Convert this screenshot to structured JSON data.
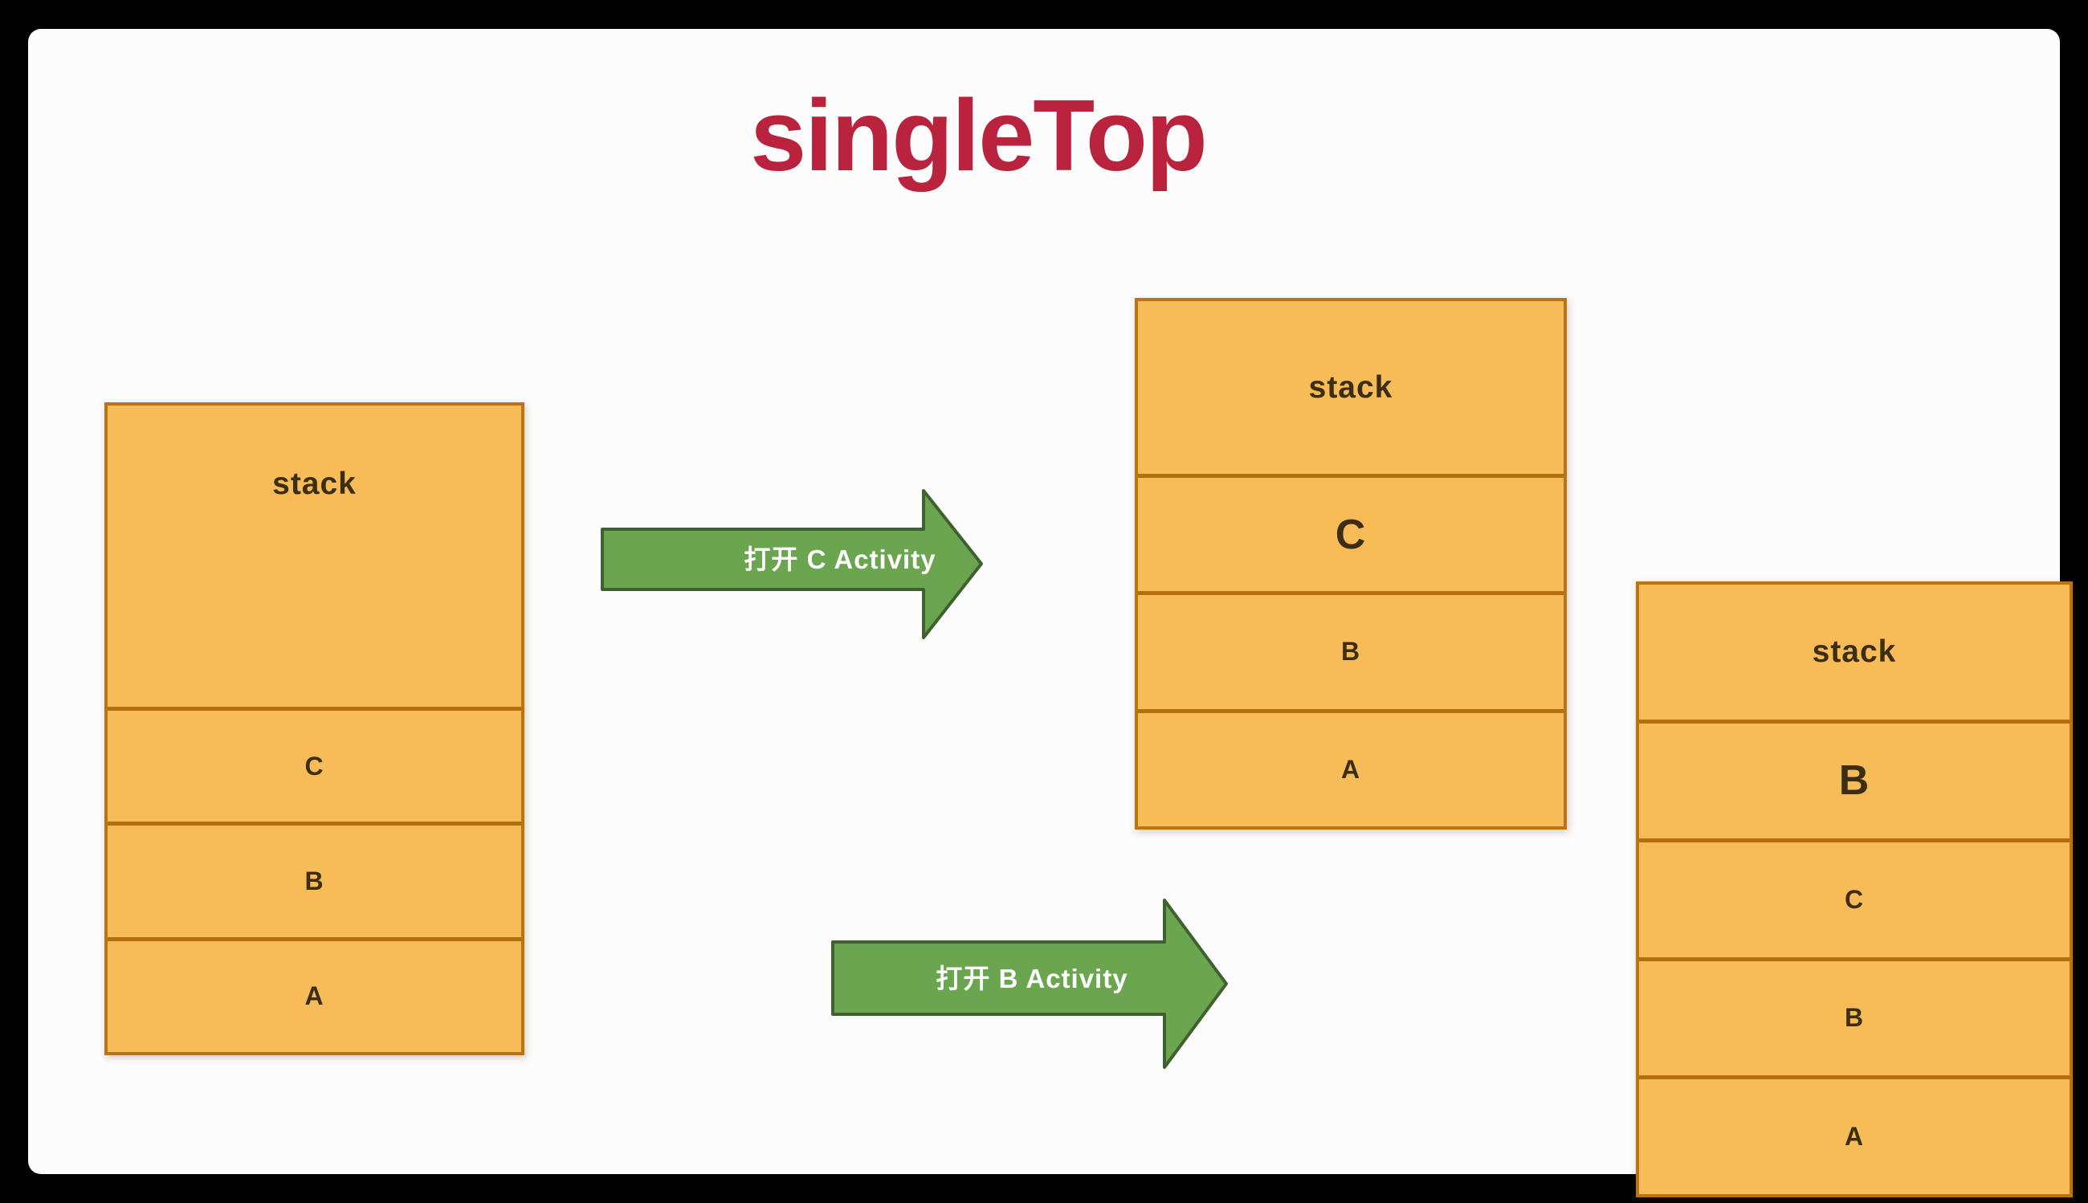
{
  "title": "singleTop",
  "colors": {
    "frame": "#000000",
    "canvas": "#fcfcfc",
    "title_text": "#b9233d",
    "stack_fill": "#f7bb58",
    "stack_border": "#bc7413",
    "stack_text": "#3c2e12",
    "arrow_fill": "#6ba550",
    "arrow_border": "#3f612f",
    "arrow_text": "#ffffff"
  },
  "stacks": [
    {
      "name": "before",
      "header": "stack",
      "cells": [
        {
          "label": "C",
          "emphasis": false
        },
        {
          "label": "B",
          "emphasis": false
        },
        {
          "label": "A",
          "emphasis": false
        }
      ]
    },
    {
      "name": "after-open-c",
      "header": "stack",
      "cells": [
        {
          "label": "C",
          "emphasis": true
        },
        {
          "label": "B",
          "emphasis": false
        },
        {
          "label": "A",
          "emphasis": false
        }
      ]
    },
    {
      "name": "after-open-b",
      "header": "stack",
      "cells": [
        {
          "label": "B",
          "emphasis": true
        },
        {
          "label": "C",
          "emphasis": false
        },
        {
          "label": "B",
          "emphasis": false
        },
        {
          "label": "A",
          "emphasis": false
        }
      ]
    }
  ],
  "arrows": [
    {
      "label": "打开 C Activity"
    },
    {
      "label": "打开 B Activity"
    }
  ]
}
